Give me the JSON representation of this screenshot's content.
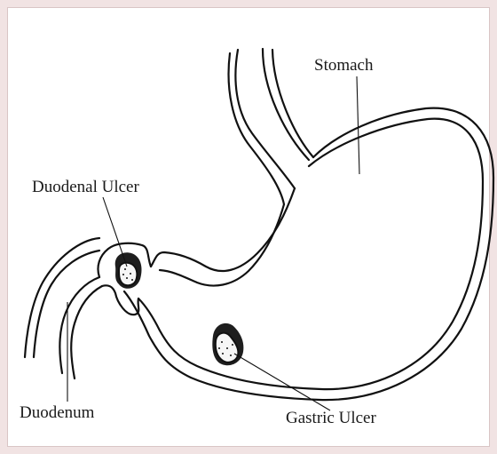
{
  "labels": {
    "stomach": "Stomach",
    "duodenal_ulcer": "Duodenal Ulcer",
    "duodenum": "Duodenum",
    "gastric_ulcer": "Gastric Ulcer"
  },
  "colors": {
    "frame_border": "#f1e3e3",
    "line": "#111111",
    "background": "#ffffff"
  }
}
